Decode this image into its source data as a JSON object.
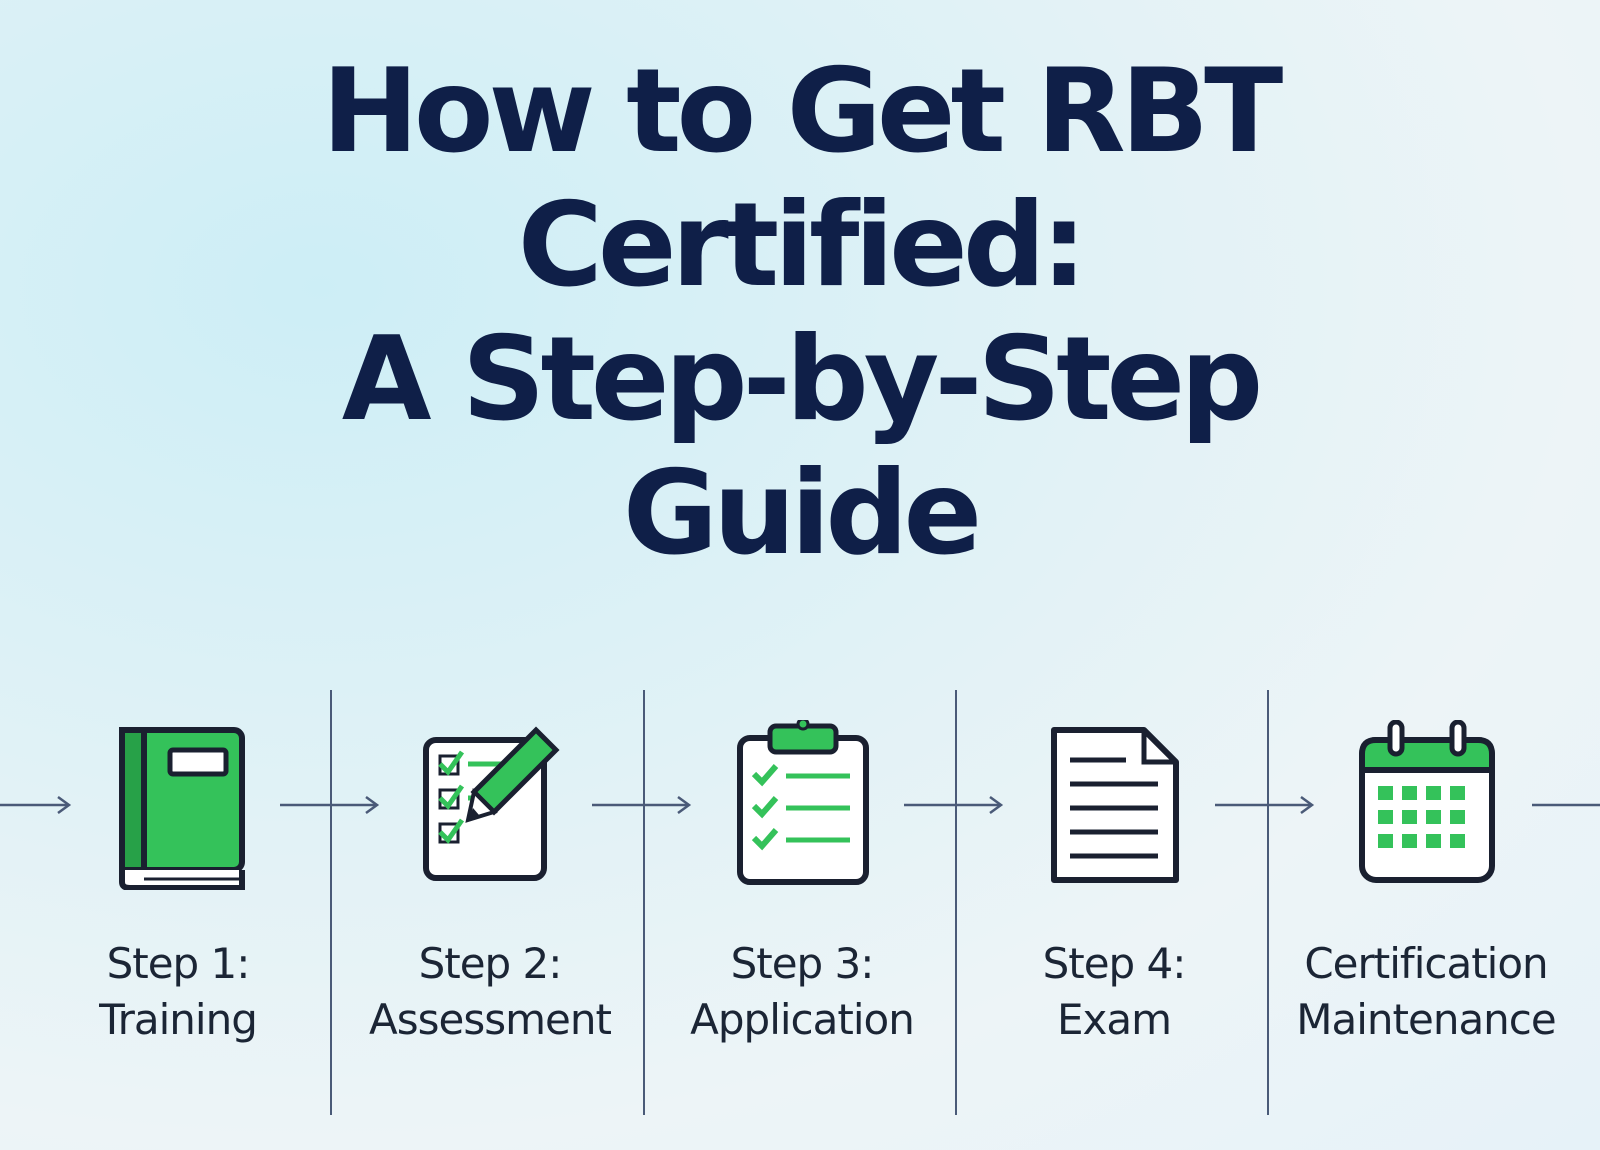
{
  "title": {
    "line1": "How to Get RBT",
    "line2": "Certified:",
    "line3": "A Step-by-Step",
    "line4": "Guide"
  },
  "steps": [
    {
      "line1": "Step 1:",
      "line2": "Training",
      "icon": "book-icon"
    },
    {
      "line1": "Step 2:",
      "line2": "Assessment",
      "icon": "checklist-pencil-icon"
    },
    {
      "line1": "Step 3:",
      "line2": "Application",
      "icon": "clipboard-icon"
    },
    {
      "line1": "Step 4:",
      "line2": "Exam",
      "icon": "document-icon"
    },
    {
      "line1": "Certification",
      "line2": "Maintenance",
      "icon": "calendar-icon"
    }
  ],
  "colors": {
    "title": "#0f1f48",
    "accent_green": "#34c25a",
    "icon_outline": "#1a2030",
    "connector": "#4a5a78",
    "background": "#e6f2f6"
  }
}
